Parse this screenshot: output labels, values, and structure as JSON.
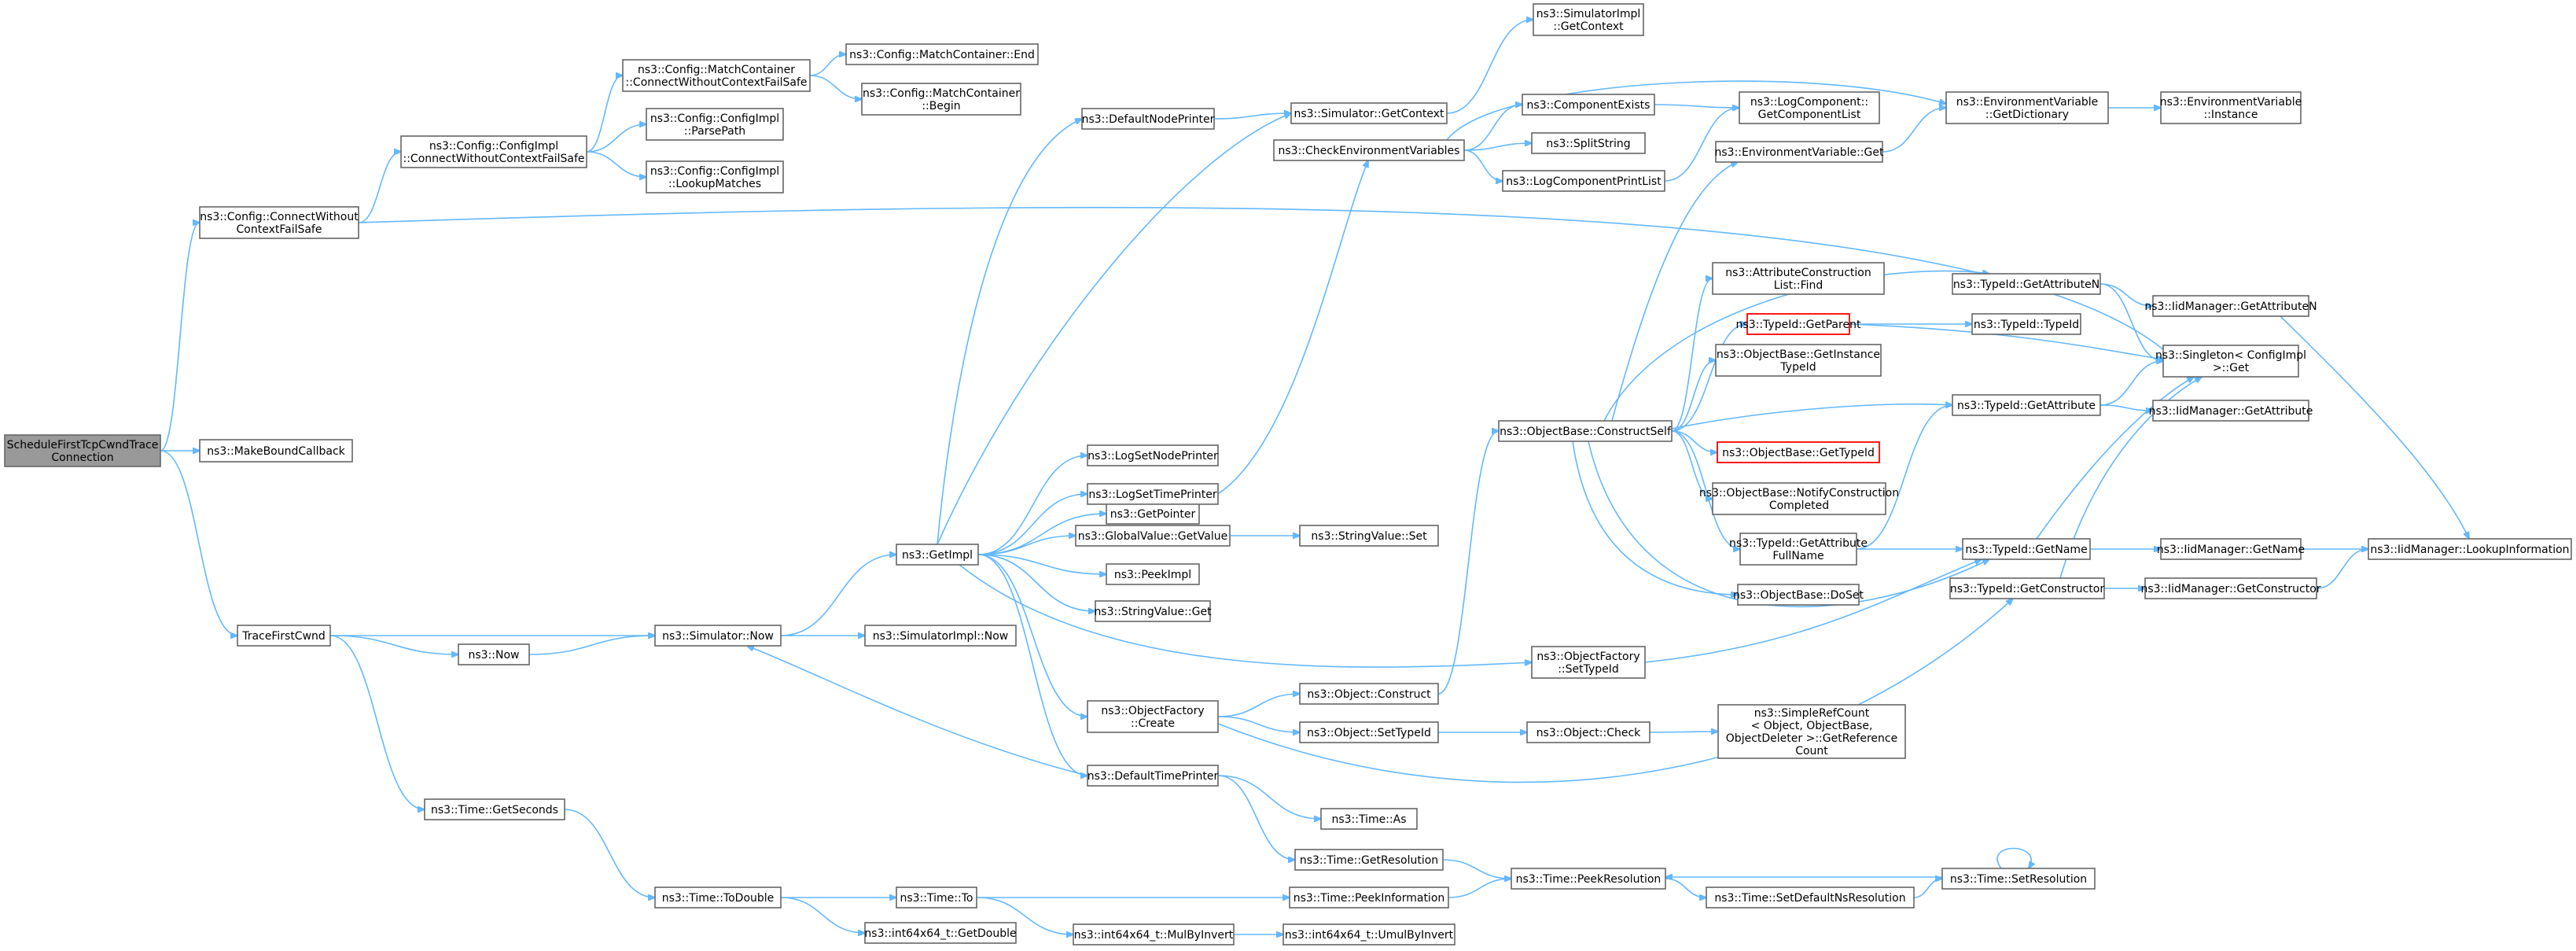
{
  "colors": {
    "edge": "#63b8ff",
    "node_border": "#666666",
    "root_fill": "#999999",
    "highlight_border": "#ff0000"
  },
  "nodes": {
    "root": {
      "lines": [
        "ScheduleFirstTcpCwndTrace",
        "Connection"
      ]
    },
    "cfgConnect": {
      "lines": [
        "ns3::Config::ConnectWithout",
        "ContextFailSafe"
      ]
    },
    "makeBound": {
      "lines": [
        "ns3::MakeBoundCallback"
      ]
    },
    "traceFirst": {
      "lines": [
        "TraceFirstCwnd"
      ]
    },
    "cfgImplConn": {
      "lines": [
        "ns3::Config::ConfigImpl",
        "::ConnectWithoutContextFailSafe"
      ]
    },
    "matchConn": {
      "lines": [
        "ns3::Config::MatchContainer",
        "::ConnectWithoutContextFailSafe"
      ]
    },
    "parsePath": {
      "lines": [
        "ns3::Config::ConfigImpl",
        "::ParsePath"
      ]
    },
    "lookup": {
      "lines": [
        "ns3::Config::ConfigImpl",
        "::LookupMatches"
      ]
    },
    "mcEnd": {
      "lines": [
        "ns3::Config::MatchContainer::End"
      ]
    },
    "mcBegin": {
      "lines": [
        "ns3::Config::MatchContainer",
        "::Begin"
      ]
    },
    "simNow": {
      "lines": [
        "ns3::Simulator::Now"
      ]
    },
    "now": {
      "lines": [
        "ns3::Now"
      ]
    },
    "getSeconds": {
      "lines": [
        "ns3::Time::GetSeconds"
      ]
    },
    "toDouble": {
      "lines": [
        "ns3::Time::ToDouble"
      ]
    },
    "getImpl": {
      "lines": [
        "ns3::GetImpl"
      ]
    },
    "simImplNow": {
      "lines": [
        "ns3::SimulatorImpl::Now"
      ]
    },
    "timeTo": {
      "lines": [
        "ns3::Time::To"
      ]
    },
    "i64GetDbl": {
      "lines": [
        "ns3::int64x64_t::GetDouble"
      ]
    },
    "defNodePr": {
      "lines": [
        "ns3::DefaultNodePrinter"
      ]
    },
    "getPointer": {
      "lines": [
        "ns3::GetPointer"
      ]
    },
    "logSetNode": {
      "lines": [
        "ns3::LogSetNodePrinter"
      ]
    },
    "logSetTime": {
      "lines": [
        "ns3::LogSetTimePrinter"
      ]
    },
    "gvGetValue": {
      "lines": [
        "ns3::GlobalValue::GetValue"
      ]
    },
    "peekImpl": {
      "lines": [
        "ns3::PeekImpl"
      ]
    },
    "svGet": {
      "lines": [
        "ns3::StringValue::Get"
      ]
    },
    "ofCreate": {
      "lines": [
        "ns3::ObjectFactory",
        "::Create"
      ]
    },
    "defTimePr": {
      "lines": [
        "ns3::DefaultTimePrinter"
      ]
    },
    "mulByInv": {
      "lines": [
        "ns3::int64x64_t::MulByInvert"
      ]
    },
    "simGetCtx": {
      "lines": [
        "ns3::Simulator::GetContext"
      ]
    },
    "checkEnv": {
      "lines": [
        "ns3::CheckEnvironmentVariables"
      ]
    },
    "svSet": {
      "lines": [
        "ns3::StringValue::Set"
      ]
    },
    "objConstruct": {
      "lines": [
        "ns3::Object::Construct"
      ]
    },
    "objSetTid": {
      "lines": [
        "ns3::Object::SetTypeId"
      ]
    },
    "timeAs": {
      "lines": [
        "ns3::Time::As"
      ]
    },
    "timeGetRes": {
      "lines": [
        "ns3::Time::GetResolution"
      ]
    },
    "timePeekInfo": {
      "lines": [
        "ns3::Time::PeekInformation"
      ]
    },
    "umulByInv": {
      "lines": [
        "ns3::int64x64_t::UmulByInvert"
      ]
    },
    "simImplCtx": {
      "lines": [
        "ns3::SimulatorImpl",
        "::GetContext"
      ]
    },
    "compExists": {
      "lines": [
        "ns3::ComponentExists"
      ]
    },
    "splitStr": {
      "lines": [
        "ns3::SplitString"
      ]
    },
    "logCompPrint": {
      "lines": [
        "ns3::LogComponentPrintList"
      ]
    },
    "logCompList": {
      "lines": [
        "ns3::LogComponent::",
        "GetComponentList"
      ]
    },
    "ofSetTid": {
      "lines": [
        "ns3::ObjectFactory",
        "::SetTypeId"
      ]
    },
    "objCheck": {
      "lines": [
        "ns3::Object::Check"
      ]
    },
    "simpleRef": {
      "lines": [
        "ns3::SimpleRefCount",
        "< Object, ObjectBase,",
        "ObjectDeleter >::GetReference",
        "Count"
      ]
    },
    "obConstruct": {
      "lines": [
        "ns3::ObjectBase::ConstructSelf"
      ]
    },
    "timePeekRes": {
      "lines": [
        "ns3::Time::PeekResolution"
      ]
    },
    "setDefNsRes": {
      "lines": [
        "ns3::Time::SetDefaultNsResolution"
      ]
    },
    "envGet": {
      "lines": [
        "ns3::EnvironmentVariable::Get"
      ]
    },
    "attrFind": {
      "lines": [
        "ns3::AttributeConstruction",
        "List::Find"
      ]
    },
    "tidGetParent": {
      "lines": [
        "ns3::TypeId::GetParent"
      ],
      "highlight": true
    },
    "obGetInst": {
      "lines": [
        "ns3::ObjectBase::GetInstance",
        "TypeId"
      ]
    },
    "obGetTid": {
      "lines": [
        "ns3::ObjectBase::GetTypeId"
      ],
      "highlight": true
    },
    "obNotify": {
      "lines": [
        "ns3::ObjectBase::NotifyConstruction",
        "Completed"
      ]
    },
    "tidAttrFull": {
      "lines": [
        "ns3::TypeId::GetAttribute",
        "FullName"
      ]
    },
    "obDoSet": {
      "lines": [
        "ns3::ObjectBase::DoSet"
      ]
    },
    "envGetDict": {
      "lines": [
        "ns3::EnvironmentVariable",
        "::GetDictionary"
      ]
    },
    "envInstance": {
      "lines": [
        "ns3::EnvironmentVariable",
        "::Instance"
      ]
    },
    "tidGetAttrN": {
      "lines": [
        "ns3::TypeId::GetAttributeN"
      ]
    },
    "tidTypeId": {
      "lines": [
        "ns3::TypeId::TypeId"
      ]
    },
    "tidGetAttr": {
      "lines": [
        "ns3::TypeId::GetAttribute"
      ]
    },
    "tidGetName": {
      "lines": [
        "ns3::TypeId::GetName"
      ]
    },
    "tidGetCtor": {
      "lines": [
        "ns3::TypeId::GetConstructor"
      ]
    },
    "timeSetRes": {
      "lines": [
        "ns3::Time::SetResolution"
      ]
    },
    "singleton": {
      "lines": [
        "ns3::Singleton< ConfigImpl",
        ">::Get"
      ]
    },
    "iidGetAttrN": {
      "lines": [
        "ns3::IidManager::GetAttributeN"
      ]
    },
    "iidGetAttr": {
      "lines": [
        "ns3::IidManager::GetAttribute"
      ]
    },
    "iidGetName": {
      "lines": [
        "ns3::IidManager::GetName"
      ]
    },
    "iidGetCtor": {
      "lines": [
        "ns3::IidManager::GetConstructor"
      ]
    },
    "iidLookup": {
      "lines": [
        "ns3::IidManager::LookupInformation"
      ]
    }
  }
}
